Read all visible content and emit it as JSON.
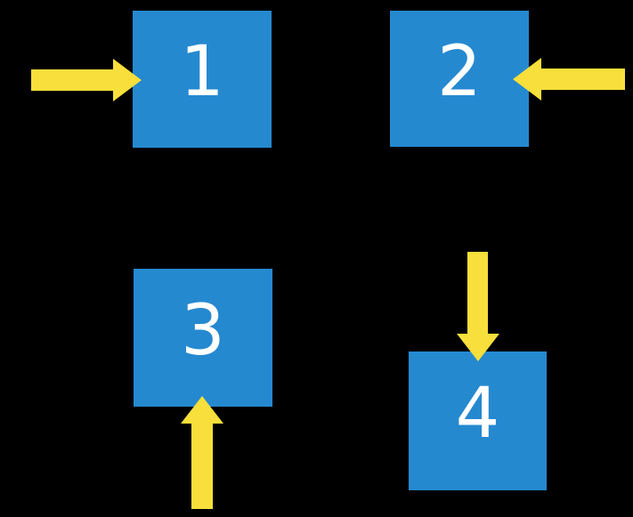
{
  "diagram": {
    "background": "#000000",
    "squares": [
      {
        "label": "1",
        "arrow_direction": "right",
        "arrow_icon": "arrow-right-icon"
      },
      {
        "label": "2",
        "arrow_direction": "left",
        "arrow_icon": "arrow-left-icon"
      },
      {
        "label": "3",
        "arrow_direction": "up",
        "arrow_icon": "arrow-up-icon"
      },
      {
        "label": "4",
        "arrow_direction": "down",
        "arrow_icon": "arrow-down-icon"
      }
    ],
    "colors": {
      "square_fill": "#2589D0",
      "arrow_fill": "#F8DF3B",
      "label_text": "#FFFFFF",
      "background": "#000000"
    }
  }
}
